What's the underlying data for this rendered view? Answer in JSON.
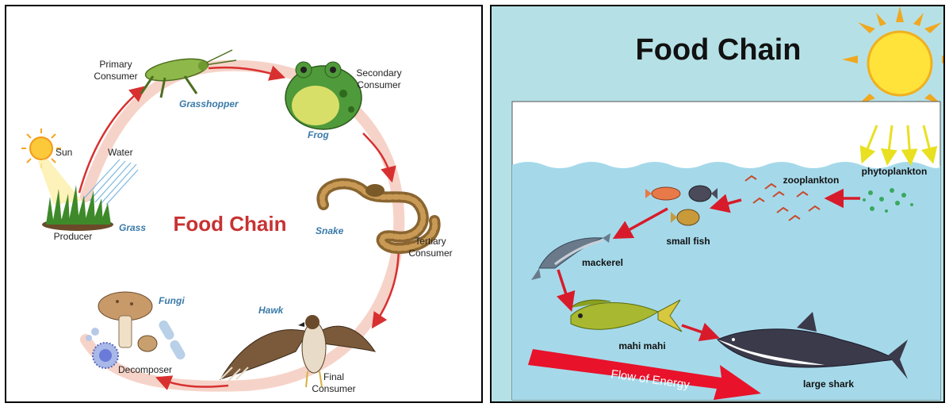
{
  "left": {
    "title": "Food Chain",
    "sun_label": "Sun",
    "water_label": "Water",
    "producer": {
      "role": "Producer",
      "name": "Grass"
    },
    "primary": {
      "role_line1": "Primary",
      "role_line2": "Consumer",
      "name": "Grasshopper"
    },
    "secondary": {
      "role_line1": "Secondary",
      "role_line2": "Consumer",
      "name": "Frog"
    },
    "tertiary": {
      "role_line1": "Tertiary",
      "role_line2": "Consumer",
      "name": "Snake"
    },
    "final": {
      "role_line1": "Final",
      "role_line2": "Consumer",
      "name": "Hawk"
    },
    "decomposer": {
      "role": "Decomposer",
      "name": "Fungi"
    }
  },
  "right": {
    "title": "Food Chain",
    "phytoplankton": "phytoplankton",
    "zooplankton": "zooplankton",
    "small_fish": "small fish",
    "mackerel": "mackerel",
    "mahi_mahi": "mahi mahi",
    "large_shark": "large shark",
    "energy_label": "Flow of Energy"
  },
  "colors": {
    "title_red": "#c83232",
    "name_blue": "#3a7aa8",
    "arrow_red": "#d83030",
    "cycle_pink": "#f6d3c8",
    "ocean_bg": "#b5e1e6",
    "water": "#a5d9ea",
    "energy_arrow": "#e8122a"
  }
}
